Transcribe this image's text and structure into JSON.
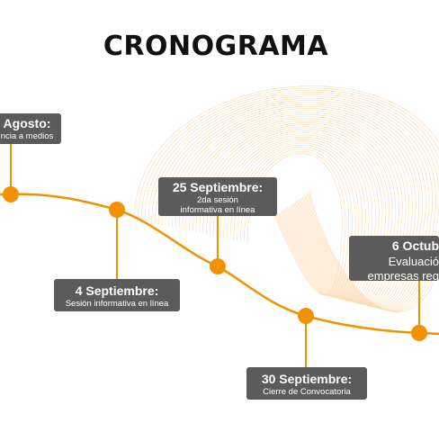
{
  "title": "CRONOGRAMA",
  "colors": {
    "accent": "#f39200",
    "box": "#5b5b5b",
    "title": "#111111"
  },
  "milestones": [
    {
      "date": "Agosto:",
      "desc": "ncia a medios"
    },
    {
      "date": "4 Septiembre:",
      "desc": "Sesión informativa en línea"
    },
    {
      "date": "25 Septiembre:",
      "desc": "2da sesión informativa en línea"
    },
    {
      "date": "30 Septiembre:",
      "desc": "Cierre de Convocatoria"
    },
    {
      "date": "6 Octub",
      "desc": "Evaluació empresas reg"
    }
  ]
}
